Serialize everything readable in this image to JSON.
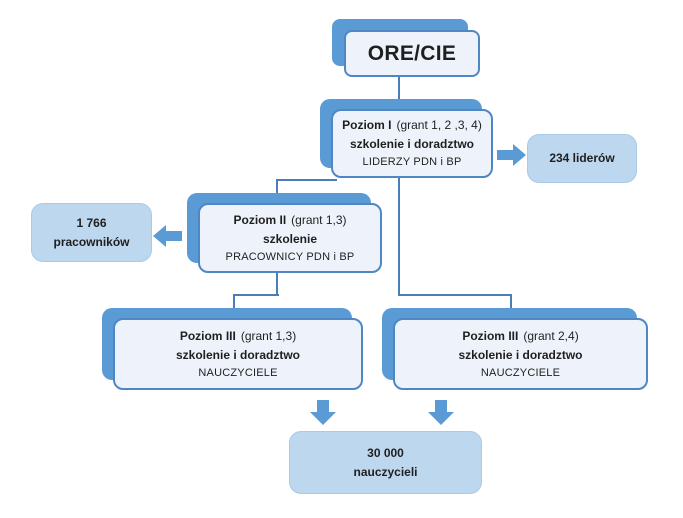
{
  "colors": {
    "accent": "#5b9bd5",
    "face": "#eef3fb",
    "border": "#4e87c3",
    "pale": "#bdd7ee",
    "pale_border": "#a9cbe8",
    "line": "#4a7ebb",
    "ink": "#1f1f1f"
  },
  "nodes": {
    "root": {
      "title": "ORE/CIE"
    },
    "level1": {
      "title": "Poziom I",
      "grant": "(grant 1, 2 ,3, 4)",
      "activity": "szkolenie i doradztwo",
      "audience": "LIDERZY PDN i BP"
    },
    "level2": {
      "title": "Poziom II",
      "grant": "(grant 1,3)",
      "activity": "szkolenie",
      "audience": "PRACOWNICY PDN i BP"
    },
    "level3_left": {
      "title": "Poziom III",
      "grant": "(grant 1,3)",
      "activity": "szkolenie i doradztwo",
      "audience": "NAUCZYCIELE"
    },
    "level3_right": {
      "title": "Poziom III",
      "grant": "(grant 2,4)",
      "activity": "szkolenie i doradztwo",
      "audience": "NAUCZYCIELE"
    }
  },
  "outcomes": {
    "leaders": {
      "line1": "234 liderów"
    },
    "workers": {
      "line1": "1 766",
      "line2": "pracowników"
    },
    "teachers": {
      "line1": "30 000",
      "line2": "nauczycieli"
    }
  }
}
